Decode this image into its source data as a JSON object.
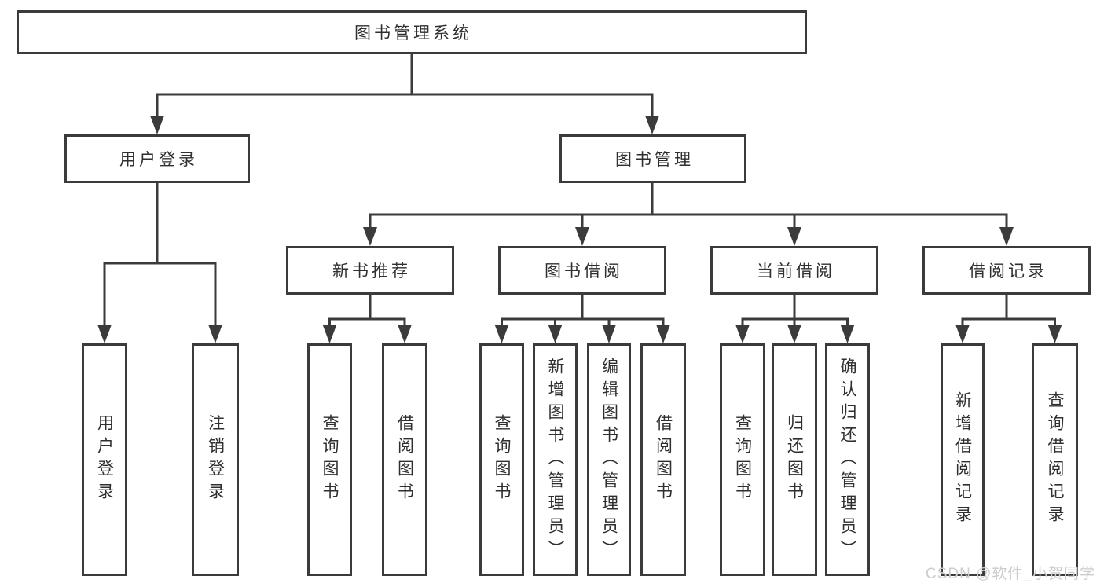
{
  "tree": {
    "root": "图书管理系统",
    "children": [
      {
        "label": "用户登录",
        "children": [
          {
            "label": "用户登录"
          },
          {
            "label": "注销登录"
          }
        ]
      },
      {
        "label": "图书管理",
        "children": [
          {
            "label": "新书推荐",
            "children": [
              {
                "label": "查询图书"
              },
              {
                "label": "借阅图书"
              }
            ]
          },
          {
            "label": "图书借阅",
            "children": [
              {
                "label": "查询图书"
              },
              {
                "label": "新增图书（管理员）"
              },
              {
                "label": "编辑图书（管理员）"
              },
              {
                "label": "借阅图书"
              }
            ]
          },
          {
            "label": "当前借阅",
            "children": [
              {
                "label": "查询图书"
              },
              {
                "label": "归还图书"
              },
              {
                "label": "确认归还（管理员）"
              }
            ]
          },
          {
            "label": "借阅记录",
            "children": [
              {
                "label": "新增借阅记录"
              },
              {
                "label": "查询借阅记录"
              }
            ]
          }
        ]
      }
    ]
  },
  "watermark": {
    "text": "CSDN @软件_小贺同学"
  },
  "colors": {
    "line": "#3b3b3d",
    "box_border": "#3b3b3d",
    "text": "#2f2f31",
    "watermark": "#cdcdcd",
    "background": "#ffffff"
  }
}
